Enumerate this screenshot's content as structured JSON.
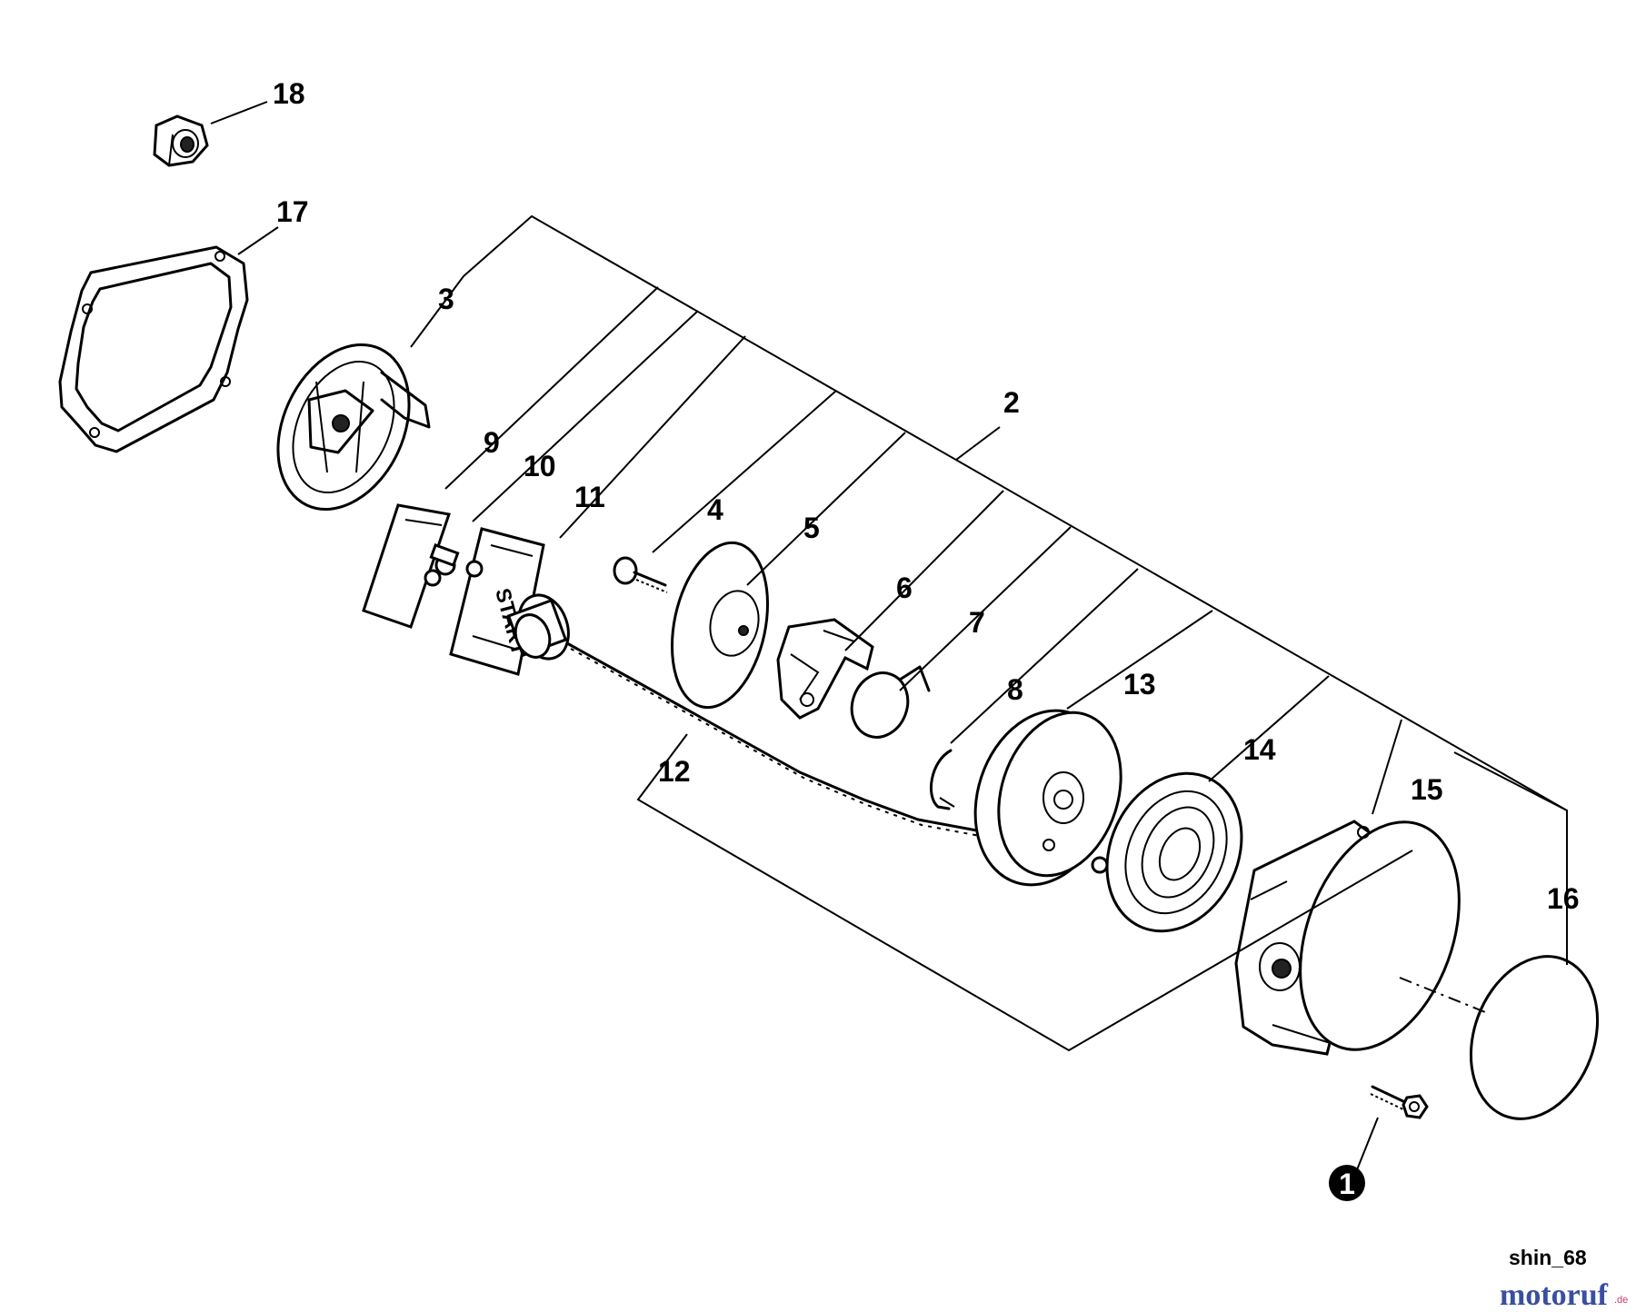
{
  "callouts": {
    "c18": "18",
    "c17": "17",
    "c3": "3",
    "c2": "2",
    "c9": "9",
    "c10": "10",
    "c11": "11",
    "c4": "4",
    "c5": "5",
    "c6": "6",
    "c7": "7",
    "c8": "8",
    "c13": "13",
    "c12": "12",
    "c14": "14",
    "c15": "15",
    "c16": "16",
    "c1": "1"
  },
  "embossed_text": "START",
  "reference_code": "shin_68",
  "brand": {
    "main": "motoruf",
    "suffix": ".de",
    "color_main": "#3a4fa0",
    "color_accent": "#c83b6a"
  }
}
